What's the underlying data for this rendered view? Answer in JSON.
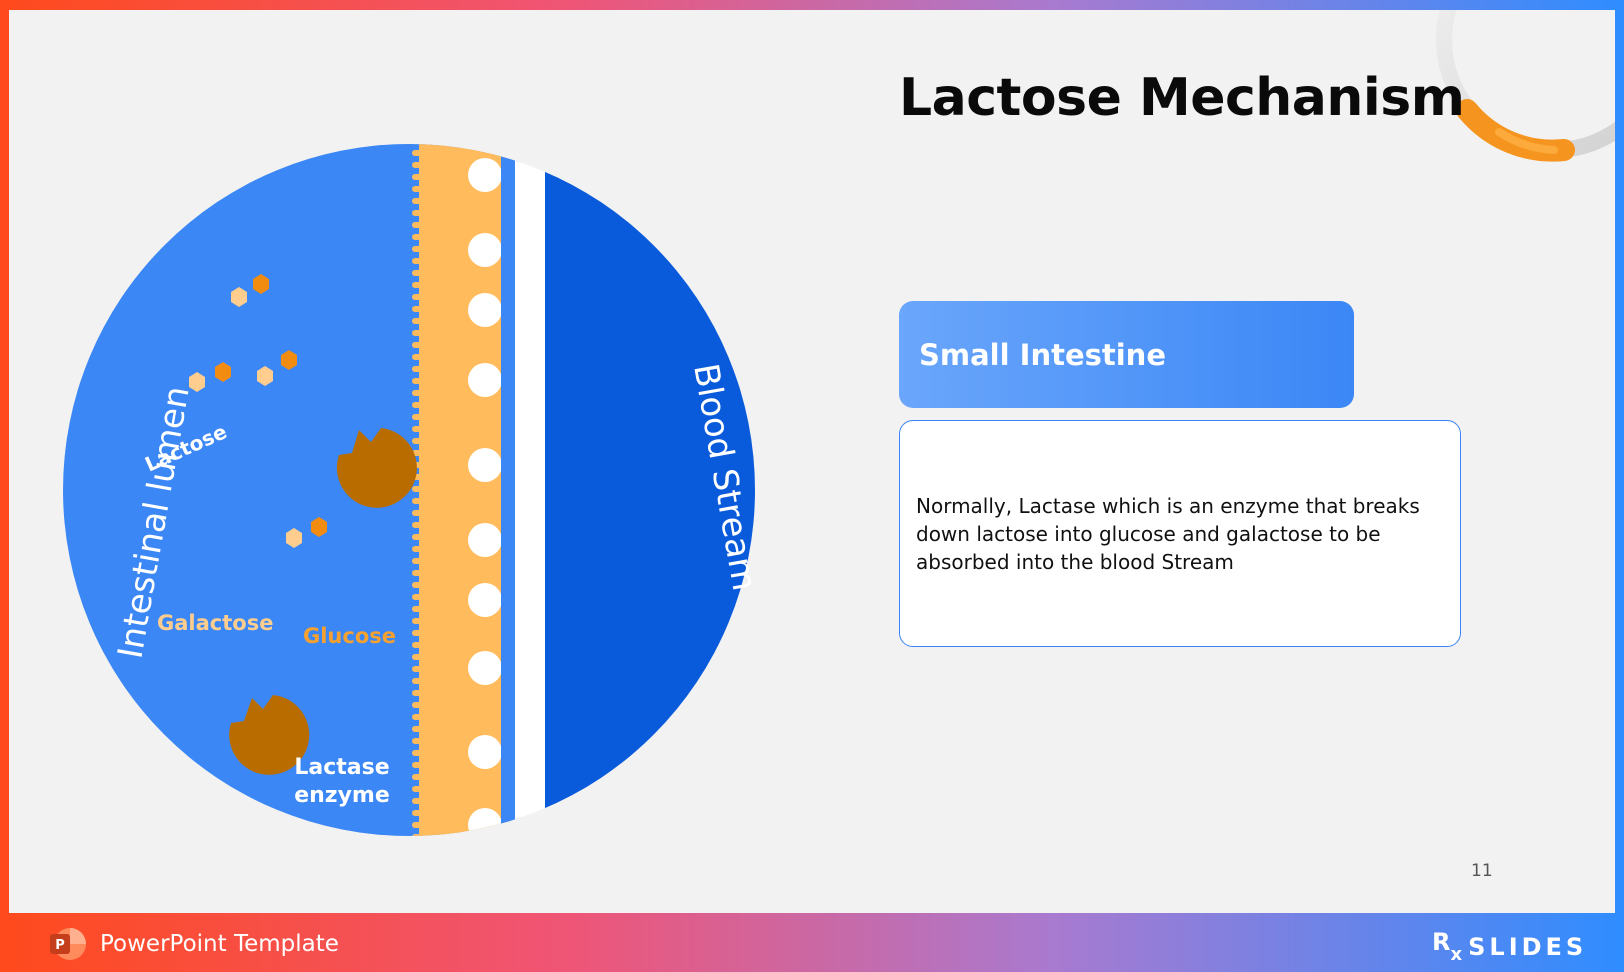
{
  "slide": {
    "title": "Lactose  Mechanism",
    "page_number": "11"
  },
  "diagram": {
    "lumen_label": "Intestinal lumen",
    "blood_label": "Blood Stream",
    "lactose_label": "Lactose",
    "galactose_label": "Galactose",
    "glucose_label": "Glucose",
    "enzyme_label_line1": "Lactase",
    "enzyme_label_line2": "enzyme"
  },
  "panel": {
    "header": "Small Intestine",
    "description": "Normally, Lactase which is an enzyme that breaks down lactose into glucose and galactose to be absorbed into the blood Stream"
  },
  "footer": {
    "app_icon_letter": "P",
    "app_label": "PowerPoint Template",
    "brand_rx": "R",
    "brand_x": "x",
    "brand_name": "SLIDES"
  },
  "colors": {
    "lumen_blue": "#3b87f6",
    "blood_blue": "#0a5bdb",
    "villi_orange": "#ffbb5c",
    "enzyme_brown": "#b96d00",
    "glucose_orange": "#f28c11",
    "galactose_peach": "#ffce8f"
  }
}
